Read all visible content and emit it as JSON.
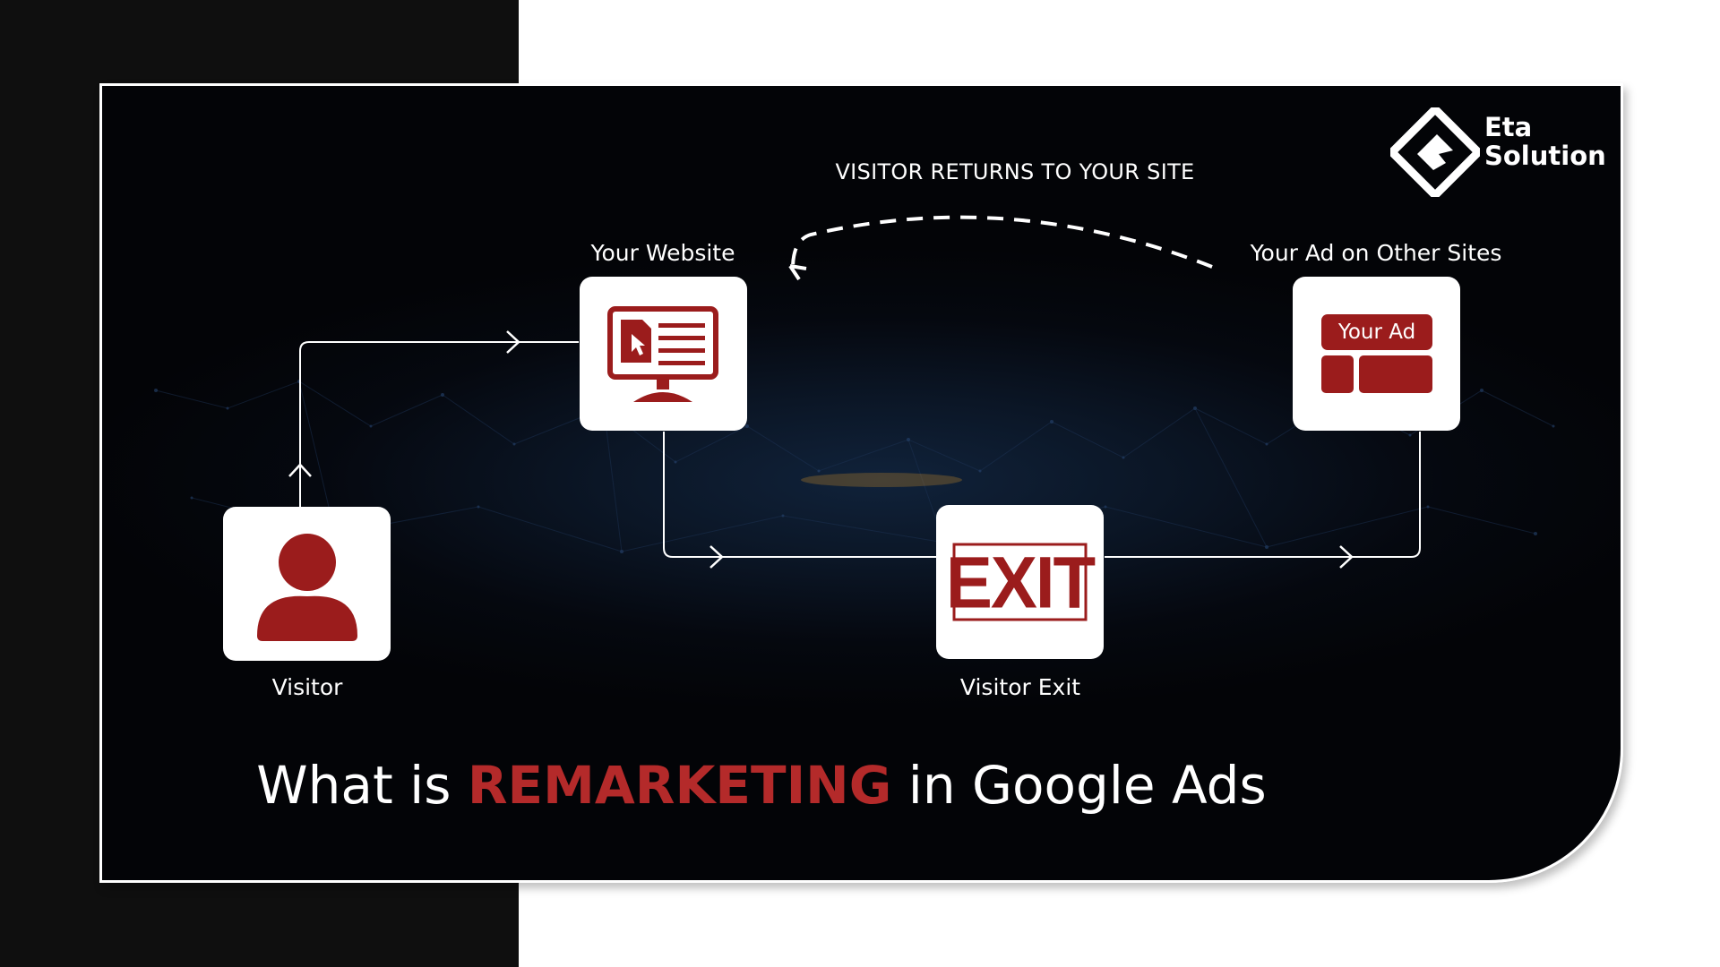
{
  "nodes": {
    "visitor": {
      "label": "Visitor",
      "icon": "user-icon"
    },
    "website": {
      "label": "Your Website",
      "icon": "website-monitor-icon"
    },
    "exit": {
      "label": "Visitor Exit",
      "icon": "exit-sign-icon",
      "sign_text": "EXIT"
    },
    "ad": {
      "label": "Your Ad on Other Sites",
      "icon": "ad-layout-icon",
      "ad_text": "Your Ad"
    }
  },
  "return_arrow_label": "VISITOR RETURNS TO YOUR SITE",
  "headline": {
    "before": "What is ",
    "highlight": "REMARKETING",
    "after": " in Google Ads"
  },
  "brand": {
    "line1": "Eta",
    "line2": "Solution",
    "icon": "eta-solution-logo"
  },
  "colors": {
    "accent_red": "#9b1c1c",
    "headline_red": "#b42a2a",
    "dark_bg": "#05080f",
    "tile_bg": "#ffffff"
  }
}
